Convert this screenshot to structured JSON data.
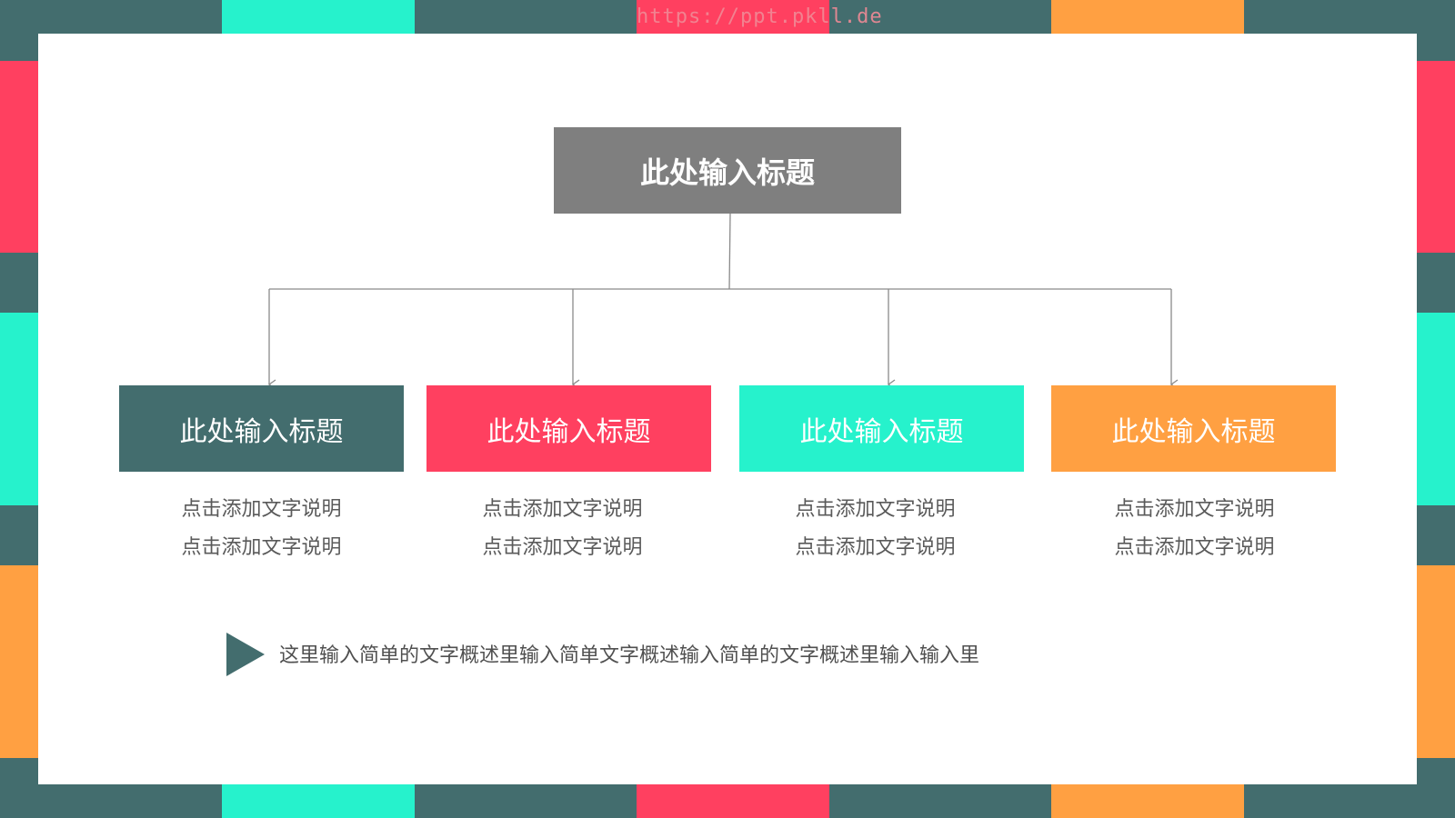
{
  "colors": {
    "dark_teal": "#436d6e",
    "cyan": "#26f2cc",
    "pink": "#ff4060",
    "orange": "#ffa042",
    "title_gray": "#7f7f7f",
    "connector": "#8a8a8a"
  },
  "watermark": "https://ppt.pkll.de",
  "diagram": {
    "root": {
      "label": "此处输入标题"
    },
    "branches": [
      {
        "label": "此处输入标题",
        "color": "#436d6e",
        "lines": [
          "点击添加文字说明",
          "点击添加文字说明"
        ]
      },
      {
        "label": "此处输入标题",
        "color": "#ff4060",
        "lines": [
          "点击添加文字说明",
          "点击添加文字说明"
        ]
      },
      {
        "label": "此处输入标题",
        "color": "#26f2cc",
        "lines": [
          "点击添加文字说明",
          "点击添加文字说明"
        ]
      },
      {
        "label": "此处输入标题",
        "color": "#ffa042",
        "lines": [
          "点击添加文字说明",
          "点击添加文字说明"
        ]
      }
    ]
  },
  "summary": {
    "icon": "play-triangle-icon",
    "text": "这里输入简单的文字概述里输入简单文字概述输入简单的文字概述里输入输入里"
  }
}
